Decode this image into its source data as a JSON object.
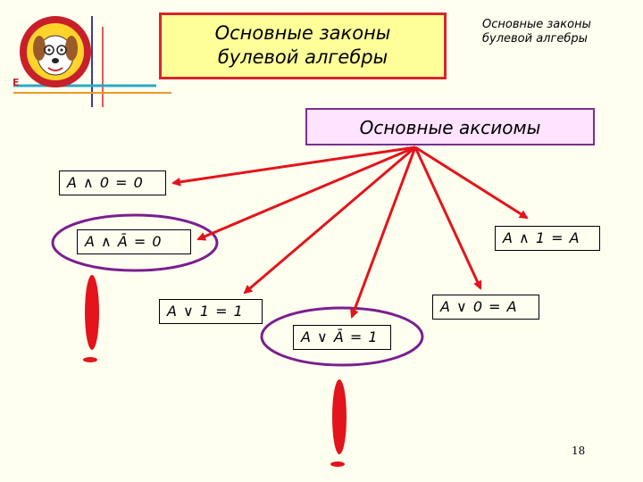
{
  "slide": {
    "title_line1": "Основные законы",
    "title_line2": "булевой алгебры",
    "corner_title_line1": "Основные законы",
    "corner_title_line2": "булевой алгебры",
    "axioms_heading": "Основные аксиомы",
    "logo_letter": "Е",
    "page_number": "18"
  },
  "formulas": {
    "and_zero": "A ∧ 0 = 0",
    "and_not": "A ∧ Ā = 0",
    "and_one": "A ∧ 1 = A",
    "or_one": "A ∨ 1 = 1",
    "or_zero": "A ∨ 0 = A",
    "or_not": "A ∨ Ā = 1"
  },
  "colors": {
    "arrow": "#e3141b",
    "title_border": "#d8262c",
    "title_fill": "#ffff99",
    "axioms_fill": "#ffe3ff",
    "ellipse": "#7a1f8f",
    "exclamation": "#e3141b"
  },
  "icons": [
    "dog-logo-icon",
    "exclamation-icon"
  ]
}
